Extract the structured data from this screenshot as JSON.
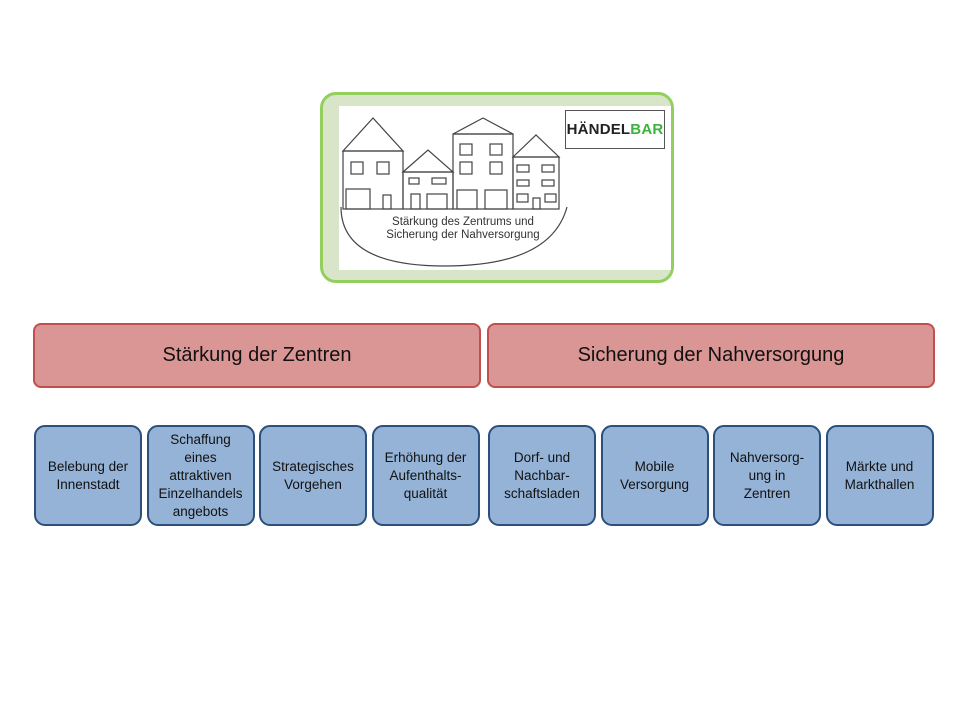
{
  "logo": {
    "brand_part1": "HÄNDEL",
    "brand_part2": "BAR",
    "tagline_line1": "Stärkung des Zentrums und",
    "tagline_line2": "Sicherung der Nahversorgung",
    "house_icons": [
      "house-icon",
      "house-icon",
      "house-icon",
      "house-icon"
    ]
  },
  "pillars": [
    {
      "label": "Stärkung der Zentren",
      "measures": [
        {
          "lines": [
            "Belebung der",
            "Innenstadt"
          ]
        },
        {
          "lines": [
            "Schaffung",
            "eines",
            "attraktiven",
            "Einzelhandels",
            "angebots"
          ]
        },
        {
          "lines": [
            "Strategisches",
            "Vorgehen"
          ]
        },
        {
          "lines": [
            "Erhöhung der",
            "Aufenthalts-",
            "qualität"
          ]
        }
      ]
    },
    {
      "label": "Sicherung der Nahversorgung",
      "measures": [
        {
          "lines": [
            "Dorf- und",
            "Nachbar-",
            "schaftsladen"
          ]
        },
        {
          "lines": [
            "Mobile",
            "Versorgung"
          ]
        },
        {
          "lines": [
            "Nahversorg-",
            "ung in",
            "Zentren"
          ]
        },
        {
          "lines": [
            "Märkte und",
            "Markthallen"
          ]
        }
      ]
    }
  ],
  "colors": {
    "frame_border": "#93cf5d",
    "frame_fill": "#d8e5c8",
    "pillar_fill": "#d99694",
    "pillar_border": "#c0504d",
    "measure_fill": "#95b3d7",
    "measure_border": "#2c4f7c",
    "brand_accent": "#3ab43a"
  }
}
